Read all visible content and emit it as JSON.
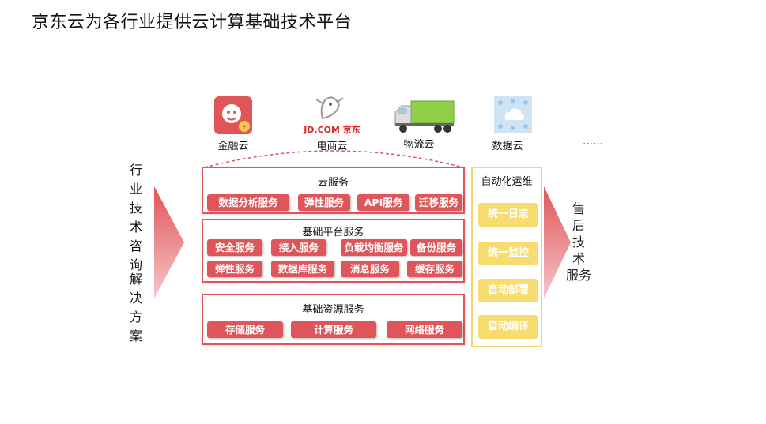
{
  "title": "京东云为各行业提供云计算基础技术平台",
  "top_clouds": [
    {
      "label": "金融云",
      "icon": "finance-cloud-icon"
    },
    {
      "label": "电商云",
      "icon": "ecommerce-cloud-icon",
      "logo_text": "JD.COM 京东"
    },
    {
      "label": "物流云",
      "icon": "logistics-truck-icon"
    },
    {
      "label": "数据云",
      "icon": "data-cloud-icon"
    },
    {
      "label": "……"
    }
  ],
  "left_side": {
    "line1": "行业技术咨询",
    "line2": "解决方案"
  },
  "right_side": {
    "line1": "售后",
    "line2": "技术",
    "line3": "服务"
  },
  "cloud_services": {
    "title": "云服务",
    "items": [
      "数据分析服务",
      "弹性服务",
      "API服务",
      "迁移服务"
    ]
  },
  "platform_services": {
    "title": "基础平台服务",
    "items": [
      "安全服务",
      "接入服务",
      "负载均衡服务",
      "备份服务",
      "弹性服务",
      "数据库服务",
      "消息服务",
      "缓存服务"
    ]
  },
  "resource_services": {
    "title": "基础资源服务",
    "items": [
      "存储服务",
      "计算服务",
      "网络服务"
    ]
  },
  "ops": {
    "title": "自动化运维",
    "items": [
      "统一日志",
      "统一监控",
      "自动部署",
      "自动编译"
    ]
  },
  "colors": {
    "accent_red": "#e0555a",
    "accent_yellow": "#f7dc6f"
  }
}
